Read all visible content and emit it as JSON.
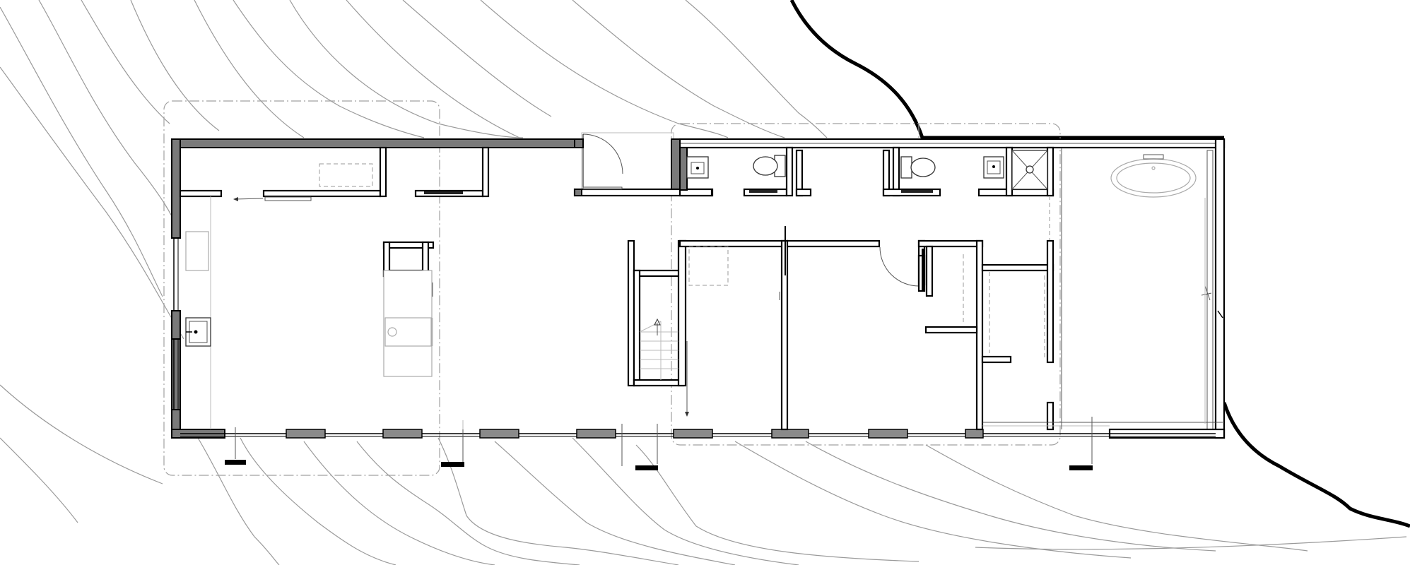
{
  "drawing": {
    "kind": "architectural floor plan",
    "spaces": [
      {
        "id": "living-kitchen",
        "label": ""
      },
      {
        "id": "entry",
        "label": ""
      },
      {
        "id": "stair",
        "label": ""
      },
      {
        "id": "bedroom-1",
        "label": ""
      },
      {
        "id": "bedroom-2",
        "label": ""
      },
      {
        "id": "closets",
        "label": ""
      },
      {
        "id": "bath-1",
        "label": ""
      },
      {
        "id": "bath-2",
        "label": ""
      },
      {
        "id": "master-bath",
        "label": ""
      }
    ],
    "colors": {
      "wall_fill": "#7a7a7a",
      "line": "#000000",
      "contour": "#9a9a9a",
      "background": "#ffffff"
    }
  }
}
